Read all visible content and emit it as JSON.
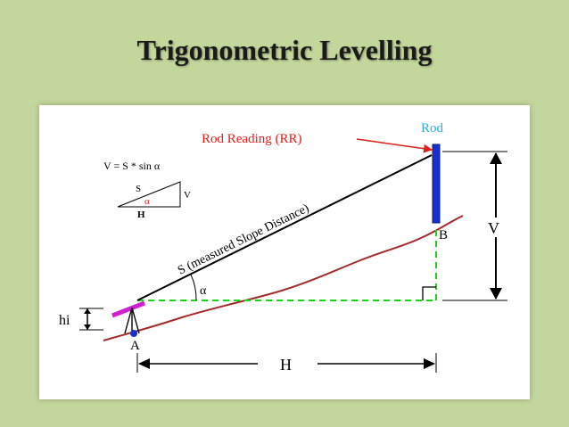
{
  "slide": {
    "title": "Trigonometric Levelling"
  },
  "diagram": {
    "rod_label": "Rod",
    "rod_reading_label": "Rod Reading (RR)",
    "slope_label": "S (measured Slope Distance)",
    "alpha": "α",
    "point_a": "A",
    "point_b": "B",
    "hi_label": "hi",
    "h_label": "H",
    "v_label": "V",
    "inset": {
      "formula": "V = S * sin α",
      "s": "S",
      "v": "V",
      "h": "H",
      "alpha": "α"
    }
  },
  "colors": {
    "background": "#c3d69b",
    "rod": "#1a2fd0",
    "ground": "#a52a2a",
    "dashed": "#1fd01f",
    "instrument": "#d020d0",
    "rod_reading": "#e0201a",
    "rod_label": "#2ab0e0"
  }
}
